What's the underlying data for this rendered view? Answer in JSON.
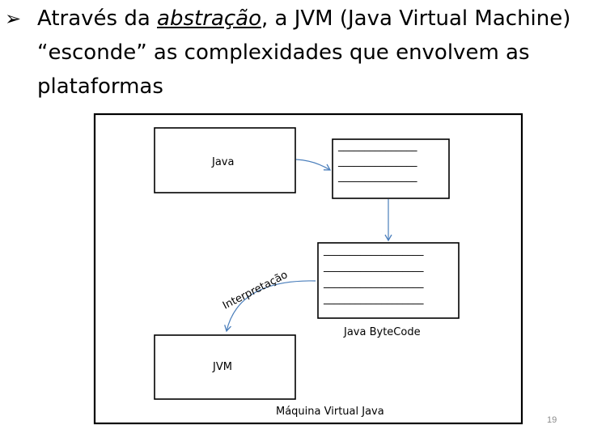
{
  "bullet": {
    "prefix": "Através da ",
    "emphasis": "abstração",
    "suffix": ", a JVM (Java Virtual Machine) “esconde” as complexidades que envolvem as plataformas"
  },
  "diagram": {
    "java_box_label": "Java",
    "code_lines_small": [
      "_______________",
      "_______________",
      "_______________"
    ],
    "code_lines_large": [
      "___________________",
      "___________________",
      "___________________",
      "___________________"
    ],
    "bytecode_label": "Java ByteCode",
    "interpretation_label": "Interpretação",
    "jvm_box_label": "JVM",
    "outer_label": "Máquina Virtual Java"
  },
  "slide": {
    "page_number": "19"
  }
}
